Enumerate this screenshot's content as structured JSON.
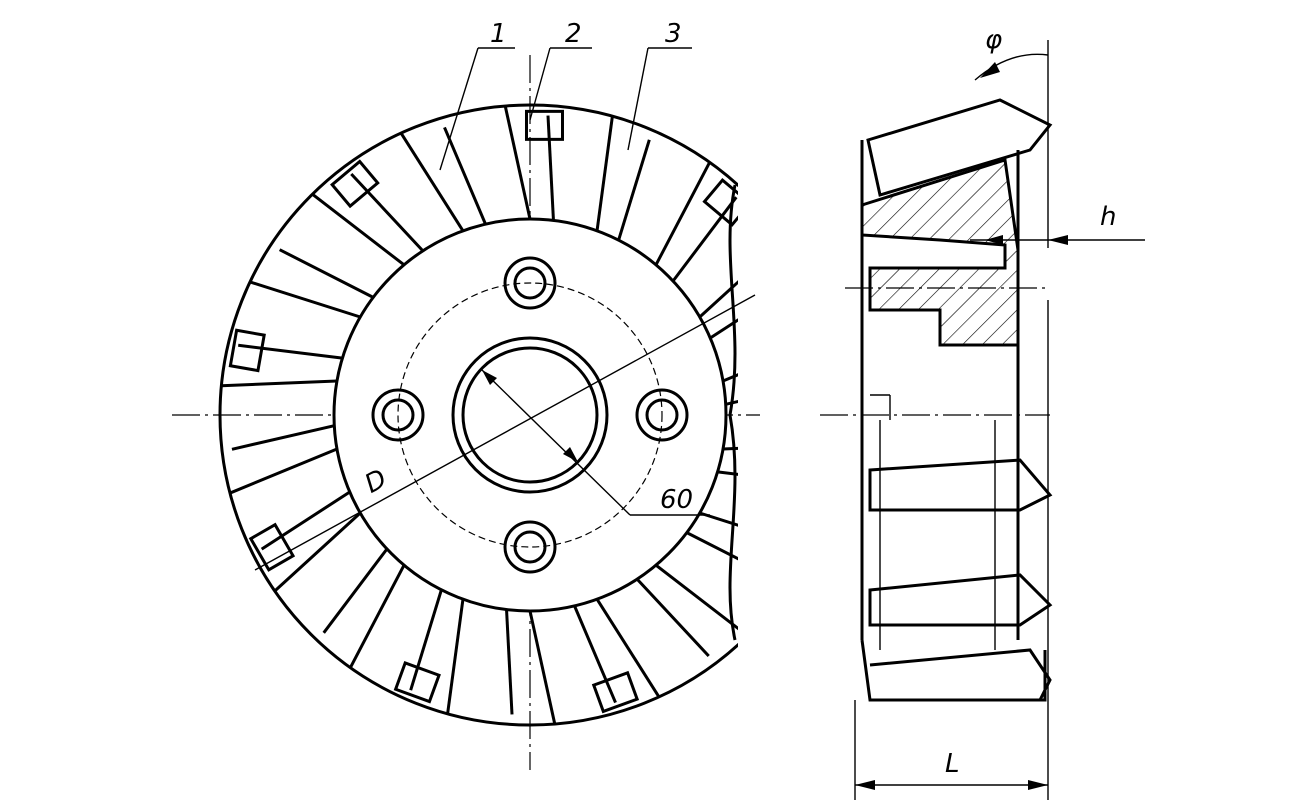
{
  "callouts": {
    "c1": "1",
    "c2": "2",
    "c3": "3"
  },
  "dimensions": {
    "phi": "φ",
    "h": "h",
    "D": "D",
    "bore": "60",
    "L": "L"
  },
  "tooth_count": 18,
  "bolt_holes": 4
}
